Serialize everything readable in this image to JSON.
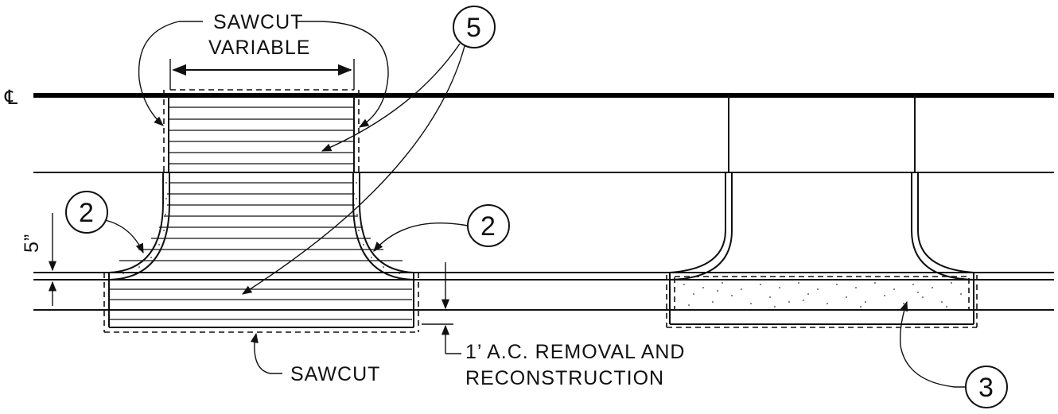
{
  "labels": {
    "sawcut_top": "SAWCUT",
    "variable": "VARIABLE",
    "sawcut_bottom": "SAWCUT",
    "ac_line1": "1’ A.C. REMOVAL AND",
    "ac_line2": "RECONSTRUCTION",
    "dim_5in": "5”",
    "property_line": "℄"
  },
  "callouts": {
    "c5": "5",
    "c2_left": "2",
    "c2_right": "2",
    "c3": "3"
  },
  "colors": {
    "line": "#111111",
    "background": "#ffffff"
  }
}
